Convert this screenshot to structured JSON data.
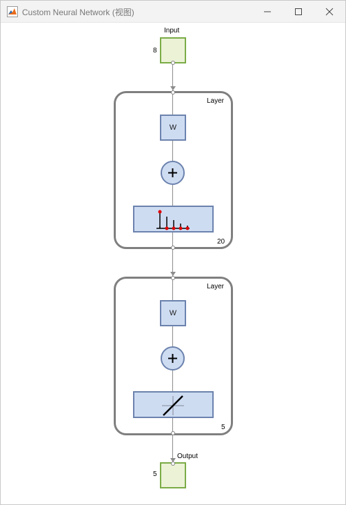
{
  "window": {
    "title": "Custom Neural Network (视图)"
  },
  "diagram": {
    "input": {
      "label": "Input",
      "size": "8"
    },
    "layers": [
      {
        "label": "Layer",
        "weight_label": "W",
        "transfer": "compet-icon",
        "size": "20"
      },
      {
        "label": "Layer",
        "weight_label": "W",
        "transfer": "purelin-icon",
        "size": "5"
      }
    ],
    "output": {
      "label": "Output",
      "size": "5"
    }
  },
  "colors": {
    "port_border": "#7aab45",
    "port_fill": "#ebf2d6",
    "block_fill": "#cedcf2",
    "block_border": "#6b82ad",
    "layer_border": "#7f7f7f",
    "compet_dot": "#e00000"
  }
}
